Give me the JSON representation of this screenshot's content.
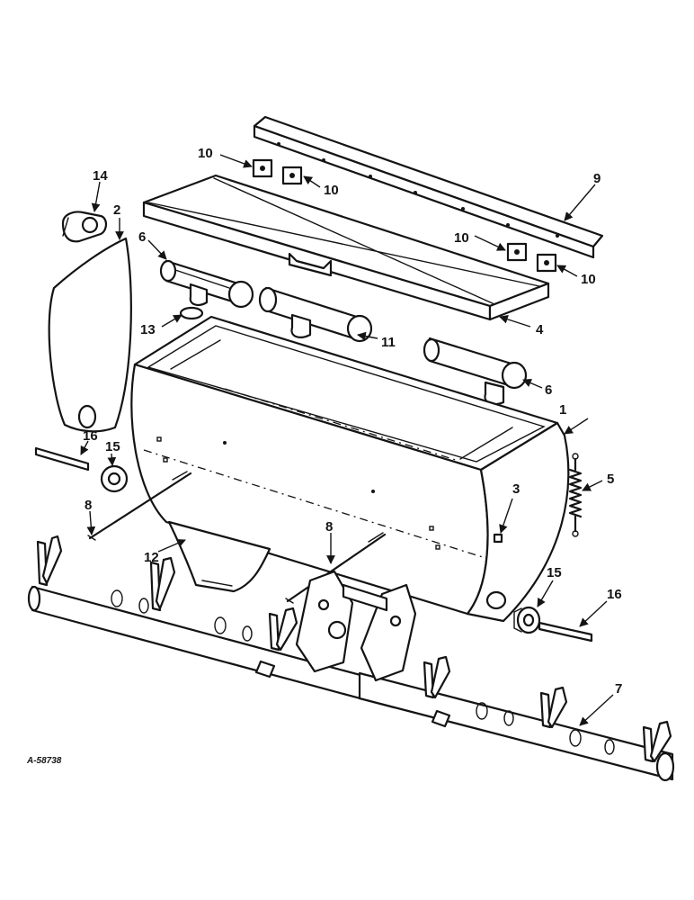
{
  "callouts": {
    "n1": "1",
    "n2": "2",
    "n3": "3",
    "n4": "4",
    "n5": "5",
    "n6a": "6",
    "n6b": "6",
    "n7": "7",
    "n8a": "8",
    "n8b": "8",
    "n9": "9",
    "n10a": "10",
    "n10b": "10",
    "n10c": "10",
    "n10d": "10",
    "n11": "11",
    "n12": "12",
    "n13": "13",
    "n14": "14",
    "n15a": "15",
    "n15b": "15",
    "n16a": "16",
    "n16b": "16"
  },
  "drawing_ref": "A-58738"
}
